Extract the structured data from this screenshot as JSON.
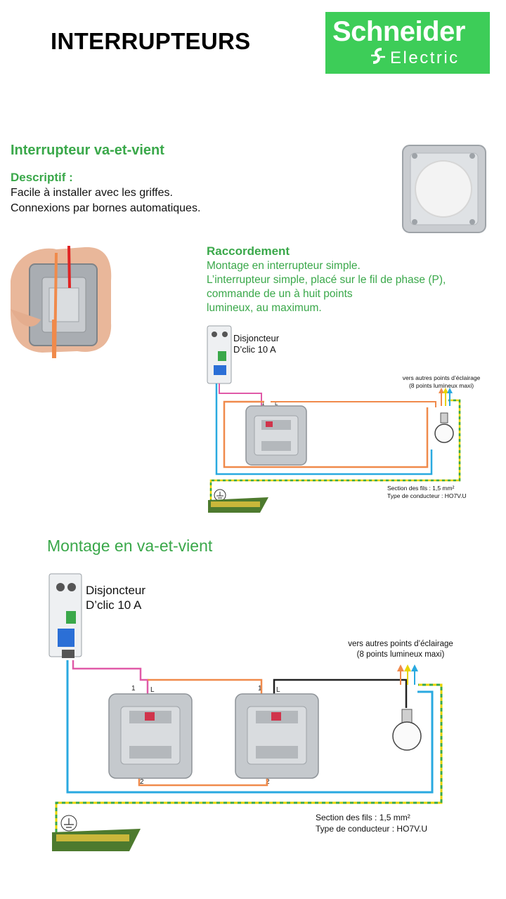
{
  "header": {
    "title": "INTERRUPTEURS",
    "brand_line1": "Schneider",
    "brand_line2": "Electric"
  },
  "section1": {
    "title": "Interrupteur va-et-vient",
    "desc_heading": "Descriptif :",
    "desc_lines": [
      "Facile à installer avec les griffes.",
      "Connexions par bornes automatiques."
    ]
  },
  "raccordement": {
    "heading": "Raccordement",
    "lines": [
      "Montage en interrupteur simple.",
      "L’interrupteur simple, placé sur le fil de phase (P),",
      "commande de un à huit points",
      "lumineux, au maximum."
    ]
  },
  "diagram1": {
    "breaker_line1": "Disjoncteur",
    "breaker_line2": "D’clic 10 A",
    "lamp_line1": "vers autres points d’éclairage",
    "lamp_line2": "(8 points lumineux maxi)",
    "section_line": "Section des fils : 1,5 mm²",
    "type_line": "Type de conducteur : HO7V.U",
    "term_1": "1",
    "term_L": "L"
  },
  "diagram2": {
    "heading": "Montage en va-et-vient",
    "breaker_line1": "Disjoncteur",
    "breaker_line2": "D’clic 10 A",
    "lamp_line1": "vers autres points d’éclairage",
    "lamp_line2": "(8 points lumineux maxi)",
    "section_line": "Section des fils : 1,5 mm²",
    "type_line": "Type de conducteur : HO7V.U",
    "term_1a": "1",
    "term_La": "L",
    "term_2a": "2",
    "term_1b": "1",
    "term_Lb": "L",
    "term_2b": "2"
  },
  "colors": {
    "brand_green": "#3dcd58",
    "heading_green": "#3aa84a",
    "wire_blue": "#29a9e0",
    "wire_pink": "#e05aa8",
    "wire_orange": "#f08a4b",
    "wire_black": "#222222",
    "wire_earth_yellow": "#e8d400",
    "wire_earth_green": "#3aa84a"
  },
  "icons": [
    "schneider-logo-icon",
    "switch-product-icon",
    "hand-switch-photo-icon",
    "breaker-icon",
    "lamp-icon",
    "earth-icon",
    "terminal-bar-icon"
  ]
}
